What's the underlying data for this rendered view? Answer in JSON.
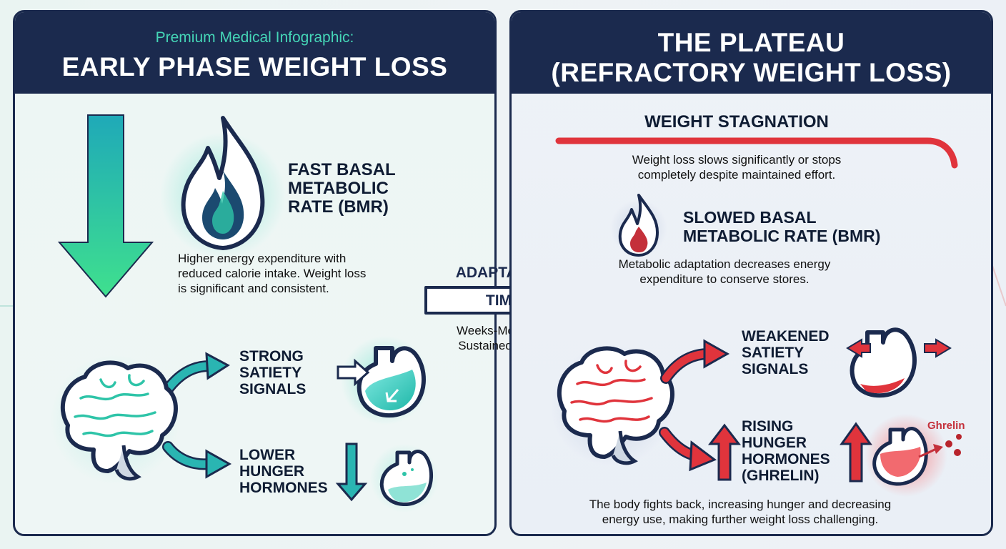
{
  "left": {
    "header_subtitle": "Premium Medical Infographic:",
    "header_title": "EARLY PHASE WEIGHT LOSS",
    "bmr_label": [
      "FAST BASAL",
      "METABOLIC",
      "RATE (BMR)"
    ],
    "bmr_description": [
      "Higher energy expenditure with",
      "reduced calorie intake. Weight loss",
      "is significant and consistent."
    ],
    "satiety_label": [
      "STRONG",
      "SATIETY",
      "SIGNALS"
    ],
    "hunger_label": [
      "LOWER",
      "HUNGER",
      "HORMONES"
    ]
  },
  "transition": {
    "label_top": "ADAPTATION",
    "label_arrow": "TIME",
    "caption": [
      "Weeks-Months of",
      "Sustained Deficit"
    ]
  },
  "right": {
    "header_title": [
      "THE PLATEAU",
      "(REFRACTORY WEIGHT LOSS)"
    ],
    "stagnation_title": "WEIGHT STAGNATION",
    "stagnation_description": [
      "Weight loss slows significantly or stops",
      "completely despite maintained effort."
    ],
    "bmr_label": [
      "SLOWED BASAL",
      "METABOLIC RATE (BMR)"
    ],
    "bmr_description": [
      "Metabolic adaptation decreases energy",
      "expenditure to conserve stores."
    ],
    "satiety_label": [
      "WEAKENED",
      "SATIETY",
      "SIGNALS"
    ],
    "hunger_label": [
      "RISING",
      "HUNGER",
      "HORMONES",
      "(GHRELIN)"
    ],
    "ghrelin_tag": "Ghrelin",
    "footer": [
      "The body fights back, increasing hunger and decreasing",
      "energy use, making further weight loss challenging."
    ]
  },
  "colors": {
    "navy": "#1b2a4e",
    "teal": "#45d6b7",
    "red": "#e0343c"
  },
  "icons": [
    "down-arrow-icon",
    "flame-icon",
    "brain-icon",
    "stomach-icon",
    "right-arrow-icon",
    "up-arrow-icon",
    "ghrelin-particles-icon"
  ]
}
